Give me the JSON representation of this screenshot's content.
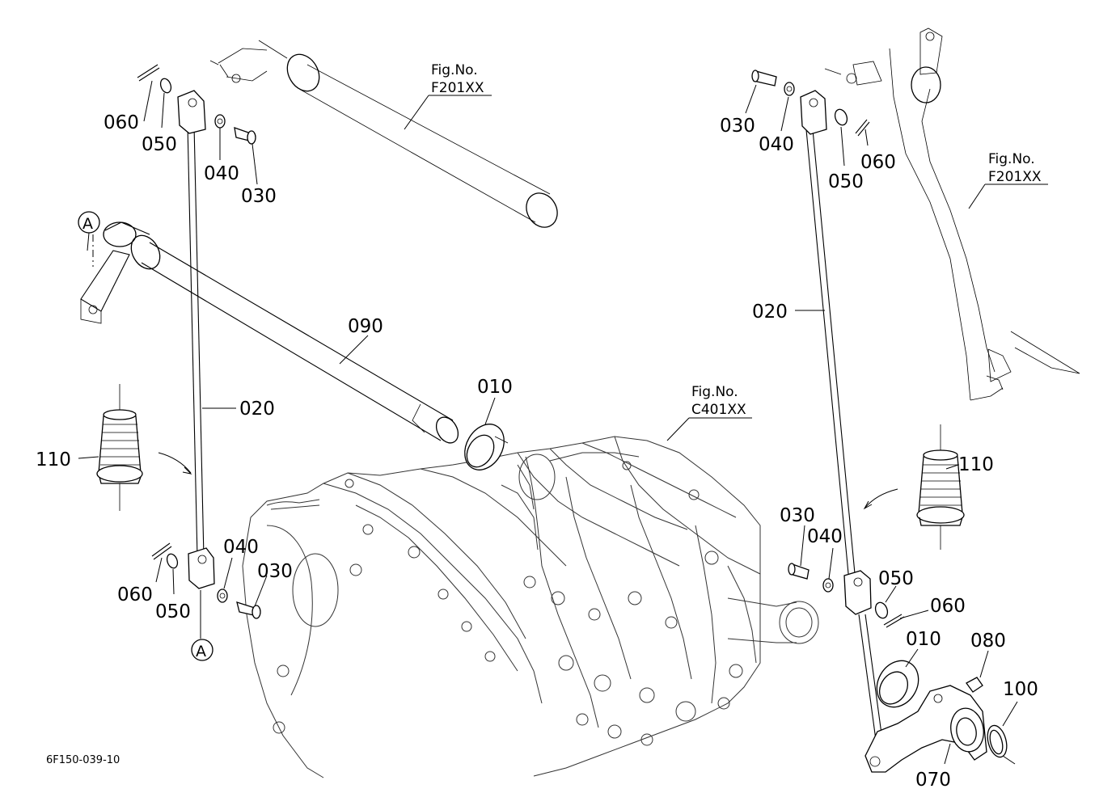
{
  "labels": {
    "l_020": "020",
    "r_020": "020",
    "c_090": "090",
    "c_010": "010",
    "r_010": "010",
    "l_030_top": "030",
    "l_040_top": "040",
    "l_050_top": "050",
    "l_060_top": "060",
    "l_030_bot": "030",
    "l_040_bot": "040",
    "l_050_bot": "050",
    "l_060_bot": "060",
    "r_030_top": "030",
    "r_040_top": "040",
    "r_050_top": "050",
    "r_060_top": "060",
    "r_030_bot": "030",
    "r_040_bot": "040",
    "r_050_bot": "050",
    "r_060_bot": "060",
    "l_110": "110",
    "r_110": "110",
    "r_070": "070",
    "r_080": "080",
    "r_100": "100",
    "ref_a_top": "A",
    "ref_a_bot": "A"
  },
  "fig_refs": {
    "f1_title": "Fig.No.",
    "f1_code": "F201XX",
    "f2_title": "Fig.No.",
    "f2_code": "F201XX",
    "f3_title": "Fig.No.",
    "f3_code": "C401XX"
  },
  "drawing_code": "6F150-039-10"
}
